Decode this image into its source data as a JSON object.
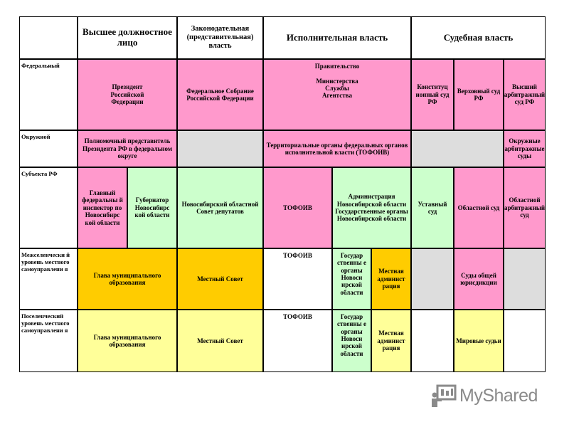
{
  "headers": {
    "corner": "",
    "col1": "Высшее должностное лицо",
    "col2": "Законодательная (представительная) власть",
    "col3": "Исполнительная власть",
    "col4": "Судебная власть"
  },
  "rows": {
    "federal": {
      "label": "Федеральный",
      "president": "Президент Российской Федерации",
      "assembly": "Федеральное Собрание Российской Федерации",
      "government": "Правительство\n\nМинистерства\nСлужбы\nАгентства",
      "constitutional_court": "Конституц ионный суд РФ",
      "supreme_court": "Верховный суд РФ",
      "arbitration_court": "Высший арбитражный суд РФ"
    },
    "district": {
      "label": "Окружной",
      "envoy": "Полномочный представитель Президента РФ в федеральном округе",
      "tofoiv": "Территориальные органы федеральных органов исполнительной власти (ТОФОИВ)",
      "arbitration": "Окружные арбитражные суды"
    },
    "subject": {
      "label": "Субъекта РФ",
      "inspector": "Главный федеральны й инспектор по Новосибирс кой области",
      "governor": "Губернатор Новосибирс кой области",
      "council": "Новосибирский областной Совет депутатов",
      "tofoiv": "ТОФОИВ",
      "administration": "Администрация Новосибирской области Государственные органы Новосибирской области",
      "charter_court": "Уставный суд",
      "regional_court": "Областной суд",
      "arbitration": "Областной арбитражный суд"
    },
    "intersettlement": {
      "label": "Межселенчески й уровень местного самоуправлени я",
      "head": "Глава муниципального образования",
      "council": "Местный Совет",
      "tofoiv": "ТОФОИВ",
      "state_bodies": "Государ ственны е органы Новоси ирской области",
      "local_admin": "Местная админист рация",
      "courts": "Суды общей юрисдикции"
    },
    "settlement": {
      "label": "Поселенческий уровень местного самоуправлени я",
      "head": "Глава муниципального образования",
      "council": "Местный Совет",
      "tofoiv": "ТОФОИВ",
      "state_bodies": "Государ ственны е органы Новоси ирской области",
      "local_admin": "Местная админист рация",
      "courts": "Мировые судьи"
    }
  },
  "logo": {
    "text": "MyShared",
    "icon": "teacher-board-icon"
  },
  "colors": {
    "pink": "#ff99cc",
    "green": "#ccffcc",
    "gray": "#dddddd",
    "orange": "#ffcc00",
    "yellow": "#ffff99",
    "logo_gray": "#8a8a8a"
  }
}
